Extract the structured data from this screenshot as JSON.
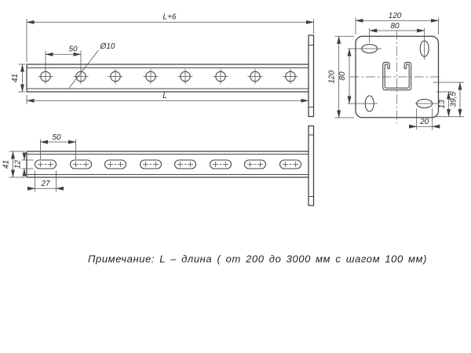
{
  "note": "Примечание: L – длина ( от 200 до 3000 мм с шагом 100 мм)",
  "colors": {
    "line": "#3f3f3f",
    "thin_line": "#4e4e4e",
    "text": "#262626",
    "background": "#ffffff"
  },
  "views": {
    "side_round_holes": {
      "name": "strut side view with round holes",
      "dims": {
        "total_length": "L+6",
        "hole_spacing": "50",
        "hole_diameter": "Ø10",
        "height": "41",
        "length": "L"
      }
    },
    "side_slots": {
      "name": "strut side view with slotted holes",
      "dims": {
        "slot_spacing": "50",
        "height": "41",
        "slot_width": "12",
        "slot_length": "27"
      }
    },
    "end_plate": {
      "name": "end plate view with strut profile",
      "dims": {
        "plate_width": "120",
        "hole_spacing_horizontal": "80",
        "plate_height": "120",
        "hole_spacing_vertical": "80",
        "slot_offset": "13",
        "center_offset": "39,5",
        "slot_length": "20"
      }
    }
  }
}
